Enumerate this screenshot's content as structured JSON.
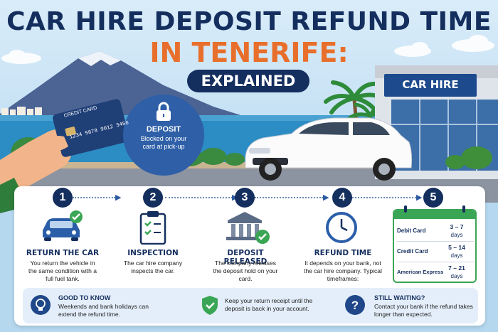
{
  "header": {
    "title_line1": "CAR HIRE DEPOSIT REFUND TIME",
    "title_line2": "IN TENERIFE:",
    "title_pill": "EXPLAINED"
  },
  "hero": {
    "card_label": "CREDIT CARD",
    "card_number": "1234 5678 9012 3456",
    "deposit_title": "DEPOSIT",
    "deposit_text": "Blocked on your card at pick-up",
    "sign": "CAR HIRE"
  },
  "steps": [
    {
      "num": "1",
      "title": "RETURN THE CAR",
      "desc": "You return the vehicle in the same condition with a full fuel tank."
    },
    {
      "num": "2",
      "title": "INSPECTION",
      "desc": "The car hire company inspects the car."
    },
    {
      "num": "3",
      "title": "DEPOSIT RELEASED",
      "desc": "The company releases the deposit hold on your card."
    },
    {
      "num": "4",
      "title": "REFUND TIME",
      "desc": "It depends on your bank, not the car hire company. Typical timeframes:"
    },
    {
      "num": "5",
      "title": "",
      "desc": ""
    }
  ],
  "timeframes": [
    {
      "label": "Debit Card",
      "value": "3 – 7",
      "unit": "days"
    },
    {
      "label": "Credit Card",
      "value": "5 – 14",
      "unit": "days"
    },
    {
      "label": "American Express",
      "value": "7 – 21",
      "unit": "days"
    }
  ],
  "footer": {
    "good_title": "GOOD TO KNOW",
    "good_text": "Weekends and bank holidays can extend the refund time.",
    "receipt_text": "Keep your return receipt until the deposit is back in your account.",
    "waiting_title": "STILL WAITING?",
    "waiting_text": "Contact your bank if the refund takes longer than expected."
  },
  "colors": {
    "navy": "#142e5e",
    "orange": "#e86f2b",
    "green": "#3aa655",
    "blue": "#2c5aa0"
  }
}
